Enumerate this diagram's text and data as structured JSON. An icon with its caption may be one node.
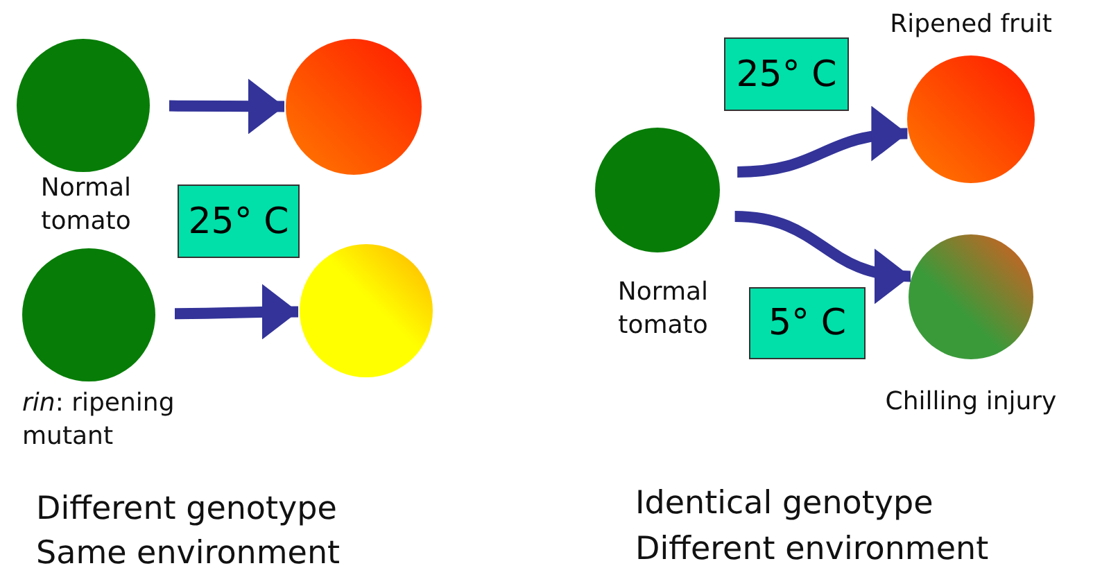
{
  "diagram": {
    "nodes": [
      {
        "text": [],
        "shape": "circle",
        "beside": [
          "Normal tomato"
        ]
      },
      {
        "text": [],
        "shape": "circle"
      },
      {
        "text": [
          "25° C"
        ]
      },
      {
        "text": [],
        "shape": "circle",
        "beside": [
          "*rin*: ripening mutant"
        ]
      },
      {
        "text": [],
        "shape": "circle"
      },
      {
        "text": [],
        "shape": "circle",
        "beside": [
          "Normal tomato"
        ]
      },
      {
        "text": [
          "25° C"
        ]
      },
      {
        "text": [],
        "shape": "circle",
        "beside": [
          "Ripened fruit"
        ]
      },
      {
        "text": [
          "5° C"
        ]
      },
      {
        "text": [],
        "shape": "circle",
        "beside": [
          "Chilling injury"
        ]
      }
    ],
    "edges": [
      {
        "from": 0,
        "to": 1,
        "arrow": "to"
      },
      {
        "from": 3,
        "to": 4,
        "arrow": "to"
      },
      {
        "from": 5,
        "to": 7,
        "arrow": "to"
      },
      {
        "from": 5,
        "to": 9,
        "arrow": "to"
      }
    ],
    "labels": [
      "Different genotype",
      "Same environment",
      "Identical genotype",
      "Different environment"
    ]
  }
}
